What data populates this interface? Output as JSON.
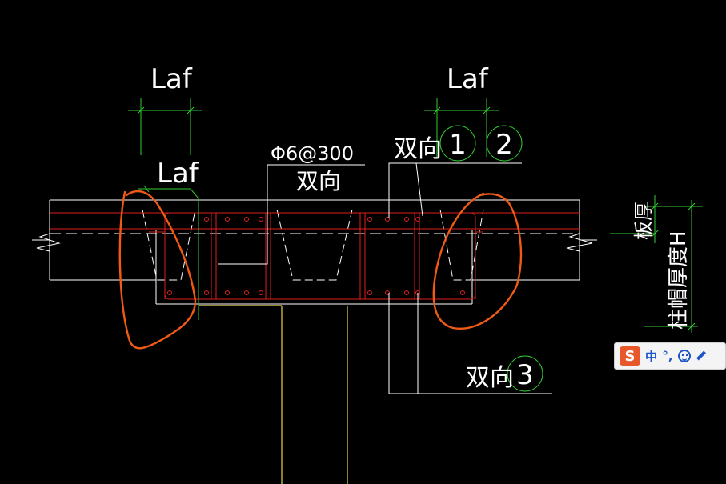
{
  "drawing": {
    "dim_label_left_top": "Laf",
    "dim_label_right_top": "Laf",
    "dim_label_left_mid": "Laf",
    "rebar_callout": "Φ6@300",
    "rebar_callout_sub": "双向",
    "bidir_label_top": "双向",
    "bidir_label_bottom": "双向",
    "bubble_1": "1",
    "bubble_2": "2",
    "bubble_3": "3",
    "dim_slab_thickness": "板厚",
    "dim_cap_thickness": "柱帽厚度H"
  },
  "ime_toolbar": {
    "logo_letter": "S",
    "mode_label": "中",
    "punct_label": "°,"
  },
  "colors": {
    "background": "#000000",
    "line_white": "#ffffff",
    "rebar_red": "#e0201c",
    "dimension_green": "#33cc33",
    "column_yellow": "#e8d44a",
    "markup_orange": "#f05a14"
  },
  "icons": [
    "smiley-icon",
    "pencil-icon"
  ]
}
